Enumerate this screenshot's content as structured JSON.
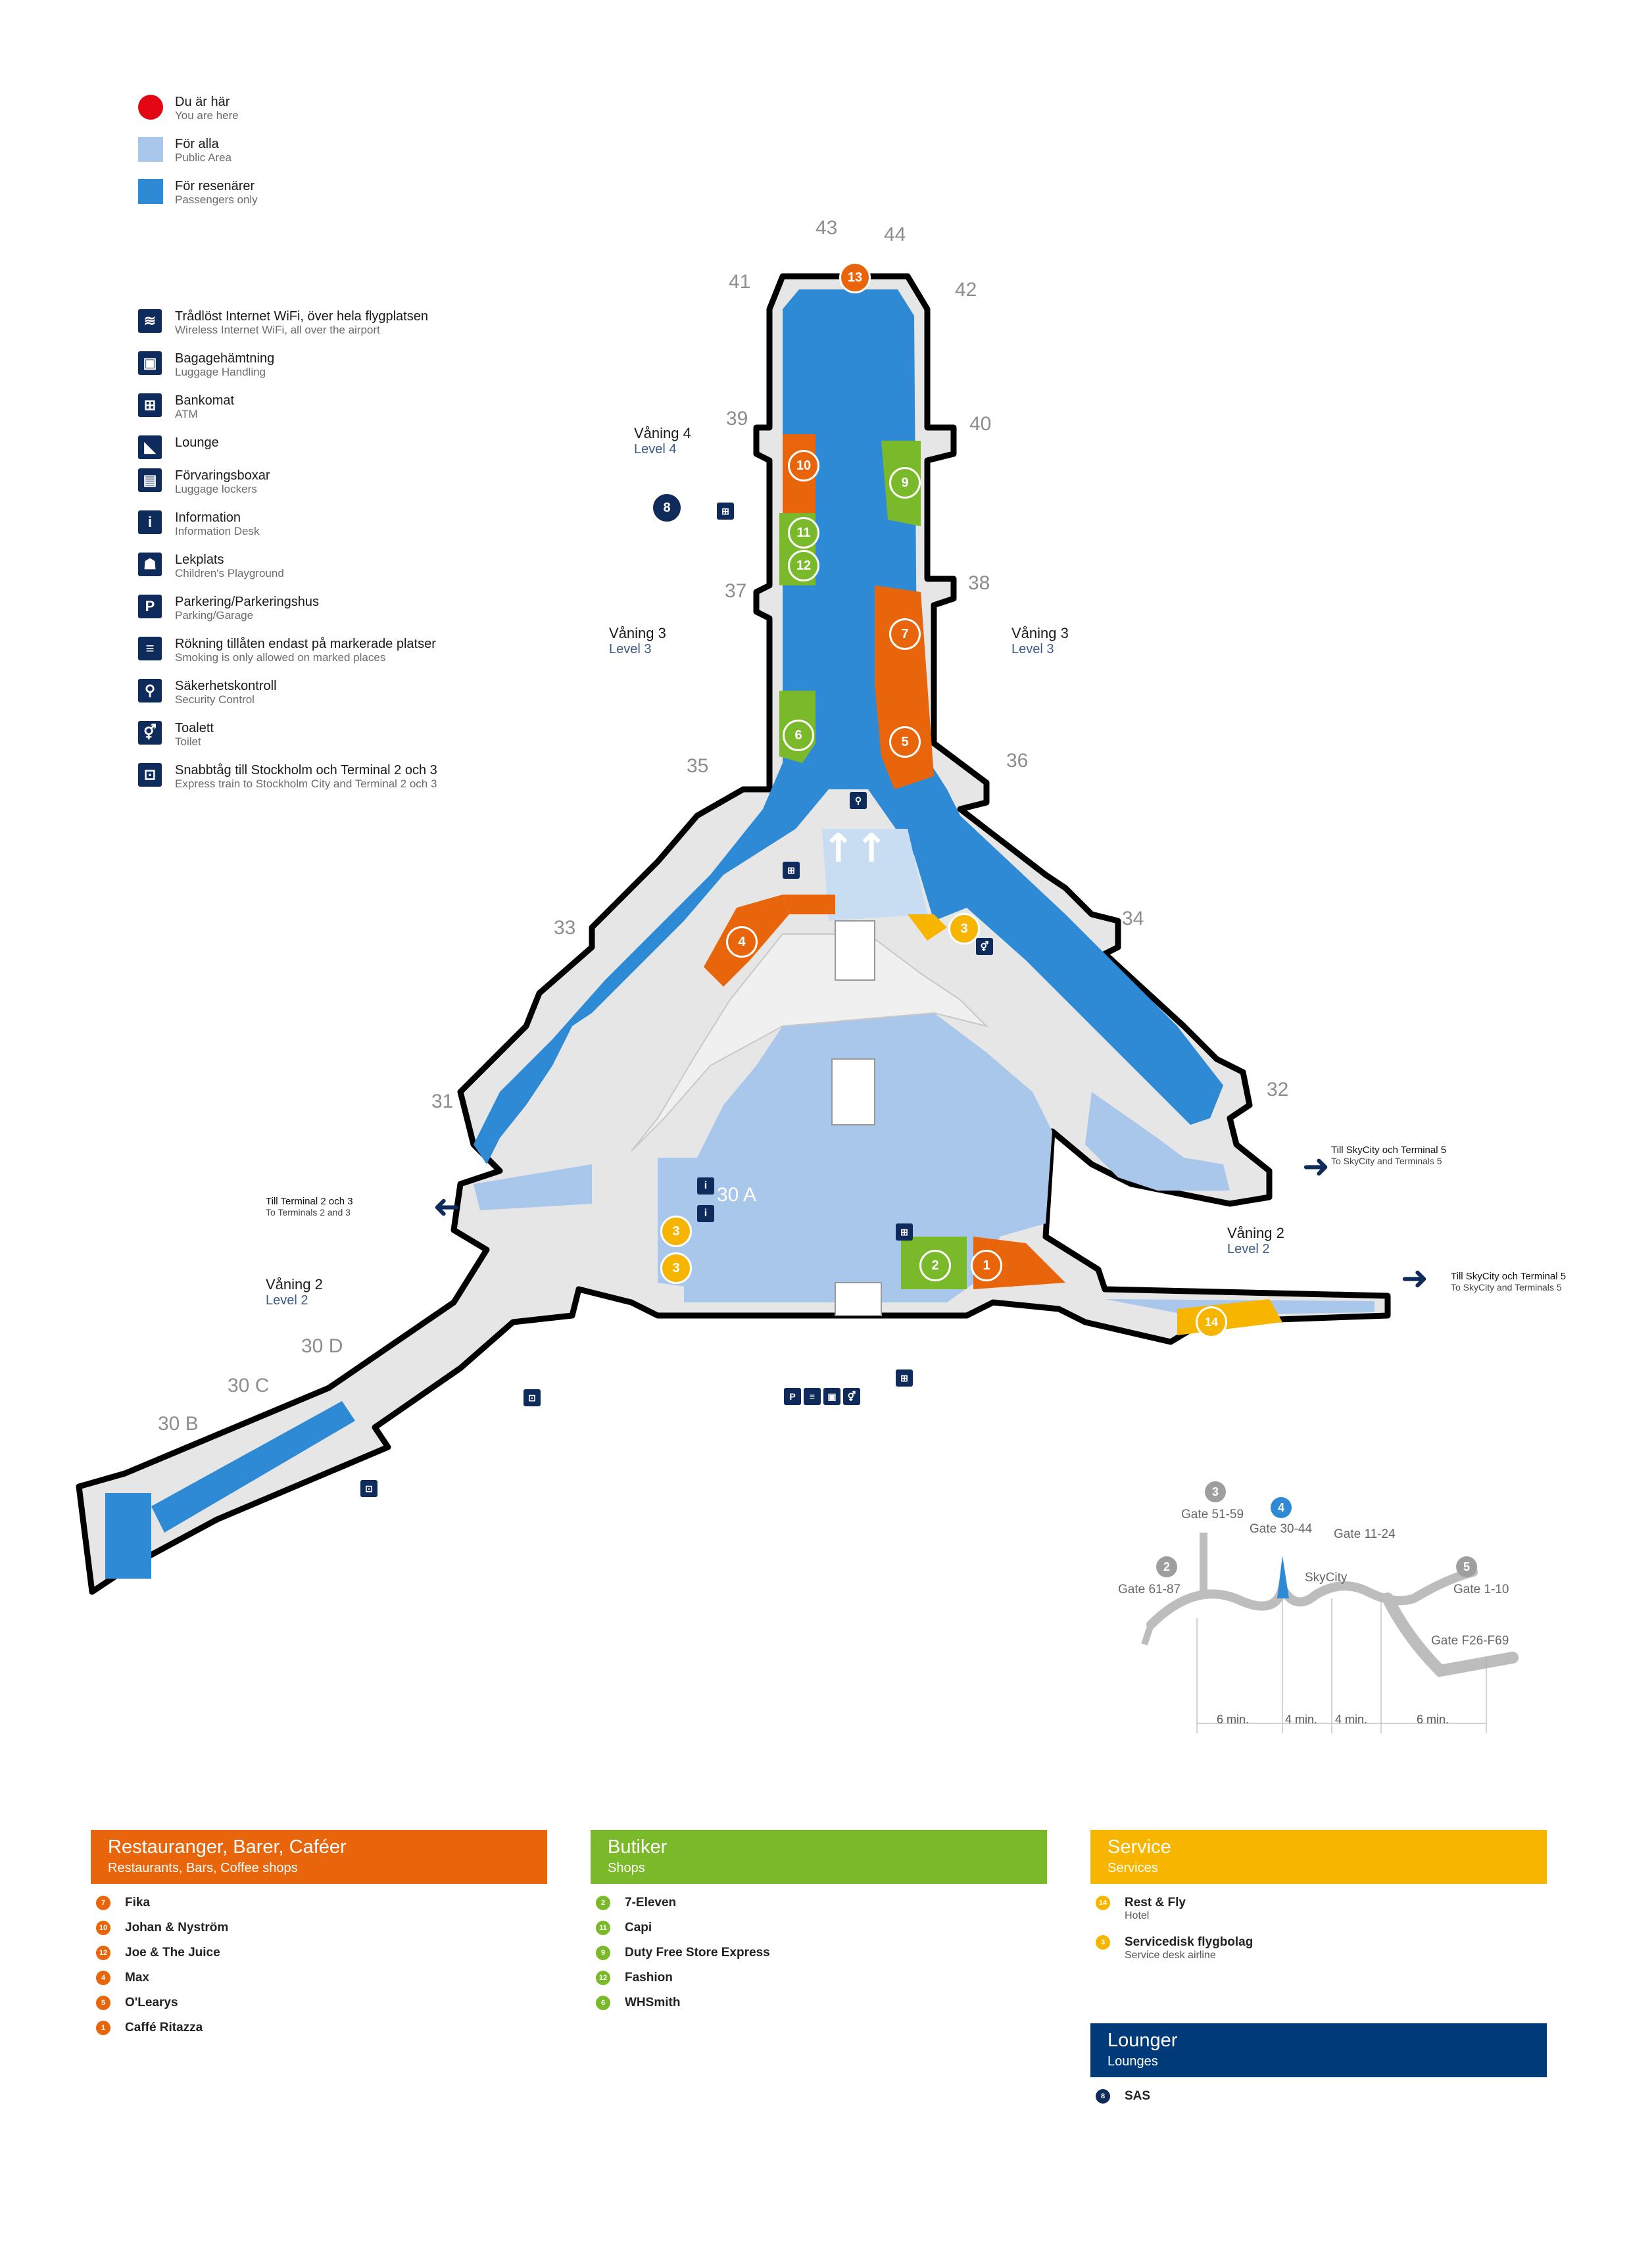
{
  "legend_areas": [
    {
      "label": "Du är här",
      "sub": "You are here",
      "color": "#e30613",
      "shape": "circle"
    },
    {
      "label": "För alla",
      "sub": "Public Area",
      "color": "#a9c7ea",
      "shape": "square"
    },
    {
      "label": "För resenärer",
      "sub": "Passengers only",
      "color": "#2f8ad6",
      "shape": "square"
    }
  ],
  "legend_icons": [
    {
      "label": "Trådlöst Internet WiFi, över hela flygplatsen",
      "sub": "Wireless Internet WiFi, all over the airport",
      "icon": "wifi-icon",
      "glyph": "≋"
    },
    {
      "label": "Bagagehämtning",
      "sub": "Luggage Handling",
      "icon": "luggage-icon",
      "glyph": "▣"
    },
    {
      "label": "Bankomat",
      "sub": "ATM",
      "icon": "atm-icon",
      "glyph": "⊞"
    },
    {
      "label": "Lounge",
      "sub": "",
      "icon": "lounge-icon",
      "glyph": "◣"
    },
    {
      "label": "Förvaringsboxar",
      "sub": "Luggage lockers",
      "icon": "locker-icon",
      "glyph": "▤"
    },
    {
      "label": "Information",
      "sub": "Information Desk",
      "icon": "info-icon",
      "glyph": "i"
    },
    {
      "label": "Lekplats",
      "sub": "Children's Playground",
      "icon": "playground-icon",
      "glyph": "☗"
    },
    {
      "label": "Parkering/Parkeringshus",
      "sub": "Parking/Garage",
      "icon": "parking-icon",
      "glyph": "P"
    },
    {
      "label": "Rökning tillåten endast på markerade platser",
      "sub": "Smoking is only allowed on marked places",
      "icon": "smoking-icon",
      "glyph": "≡"
    },
    {
      "label": "Säkerhetskontroll",
      "sub": "Security Control",
      "icon": "security-icon",
      "glyph": "⚲"
    },
    {
      "label": "Toalett",
      "sub": "Toilet",
      "icon": "toilet-icon",
      "glyph": "⚥"
    },
    {
      "label": "Snabbtåg till Stockholm och Terminal 2 och 3",
      "sub": "Express train to Stockholm City and Terminal 2 och 3",
      "icon": "train-icon",
      "glyph": "⊡"
    }
  ],
  "map": {
    "gates": [
      "43",
      "44",
      "41",
      "42",
      "39",
      "40",
      "37",
      "38",
      "35",
      "36",
      "33",
      "34",
      "31",
      "32",
      "30 A",
      "30 D",
      "30 C",
      "30 B"
    ],
    "levels": [
      {
        "main": "Våning 4",
        "sub": "Level 4"
      },
      {
        "main": "Våning 3",
        "sub": "Level 3"
      },
      {
        "main": "Våning 3",
        "sub": "Level 3"
      },
      {
        "main": "Våning 2",
        "sub": "Level 2"
      },
      {
        "main": "Våning 2",
        "sub": "Level 2"
      }
    ],
    "directions": [
      {
        "main": "Till SkyCity och Terminal 5",
        "sub": "To SkyCity and Terminals 5"
      },
      {
        "main": "Till Terminal 2 och 3",
        "sub": "To Terminals 2 and 3"
      },
      {
        "main": "Till SkyCity och Terminal 5",
        "sub": "To SkyCity and Terminals 5"
      }
    ],
    "markers": [
      "13",
      "10",
      "11",
      "12",
      "9",
      "7",
      "6",
      "5",
      "4",
      "3",
      "3",
      "3",
      "2",
      "1",
      "14",
      "8"
    ],
    "colors": {
      "passengers": "#2f8ad6",
      "public": "#a9c7ea",
      "wall": "#e6e6e6",
      "outline": "#000000",
      "orange": "#e8650c",
      "green": "#7ab929",
      "yellow": "#f7b500",
      "navy": "#0f2b5b"
    }
  },
  "minimap": {
    "terminals": [
      "3",
      "4",
      "2",
      "5"
    ],
    "labels": [
      "Gate 51-59",
      "Gate 30-44",
      "Gate 11-24",
      "Gate 61-87",
      "SkyCity",
      "Gate 1-10",
      "Gate F26-F69"
    ],
    "times": [
      "6 min.",
      "4 min.",
      "4 min.",
      "6 min."
    ]
  },
  "categories": [
    {
      "title": "Restauranger, Barer, Caféer",
      "sub": "Restaurants, Bars, Coffee shops",
      "color": "#e8650c",
      "items": [
        {
          "n": "7",
          "name": "Fika",
          "desc": ""
        },
        {
          "n": "10",
          "name": "Johan & Nyström",
          "desc": ""
        },
        {
          "n": "12",
          "name": "Joe & The Juice",
          "desc": ""
        },
        {
          "n": "4",
          "name": "Max",
          "desc": ""
        },
        {
          "n": "5",
          "name": "O'Learys",
          "desc": ""
        },
        {
          "n": "1",
          "name": "Caffé Ritazza",
          "desc": ""
        }
      ]
    },
    {
      "title": "Butiker",
      "sub": "Shops",
      "color": "#7ab929",
      "items": [
        {
          "n": "2",
          "name": "7-Eleven",
          "desc": ""
        },
        {
          "n": "11",
          "name": "Capi",
          "desc": ""
        },
        {
          "n": "9",
          "name": "Duty Free Store Express",
          "desc": ""
        },
        {
          "n": "12",
          "name": "Fashion",
          "desc": ""
        },
        {
          "n": "6",
          "name": "WHSmith",
          "desc": ""
        }
      ]
    },
    {
      "title": "Service",
      "sub": "Services",
      "color": "#f7b500",
      "items": [
        {
          "n": "14",
          "name": "Rest & Fly",
          "desc": "Hotel"
        },
        {
          "n": "3",
          "name": "Servicedisk flygbolag",
          "desc": "Service desk airline"
        }
      ]
    },
    {
      "title": "Lounger",
      "sub": "Lounges",
      "color": "#003a78",
      "items": [
        {
          "n": "8",
          "name": "SAS",
          "desc": ""
        }
      ]
    }
  ]
}
